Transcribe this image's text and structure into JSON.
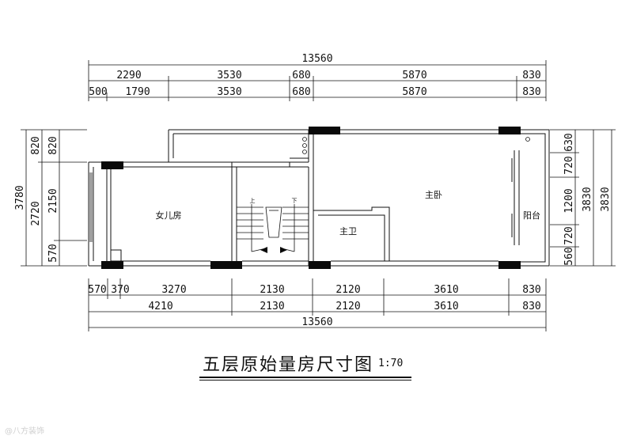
{
  "drawing": {
    "title": "五层原始量房尺寸图",
    "scale": "1:70",
    "watermark": "@八方装饰"
  },
  "top_dims": {
    "total": "13560",
    "row1": [
      "2290",
      "3530",
      "680",
      "5870",
      "830"
    ],
    "row2": [
      "500",
      "1790",
      "3530",
      "680",
      "5870",
      "830"
    ]
  },
  "bottom_dims": {
    "row1": [
      "570",
      "370",
      "3270",
      "2130",
      "2120",
      "3610",
      "830"
    ],
    "row2": [
      "4210",
      "2130",
      "2120",
      "3610",
      "830"
    ],
    "total": "13560"
  },
  "left_dims": {
    "total": "3780",
    "outer": [
      "2720"
    ],
    "inner": [
      "820",
      "2150",
      "570"
    ]
  },
  "right_dims": {
    "inner": [
      "630",
      "720",
      "1200",
      "720",
      "560"
    ],
    "middle": [
      "3830"
    ],
    "outer": [
      "3830"
    ]
  },
  "rooms": {
    "daughter": "女儿房",
    "master": "主卧",
    "bath": "主卫",
    "balcony": "阳台",
    "stair_up": "上",
    "stair_down": "下"
  }
}
